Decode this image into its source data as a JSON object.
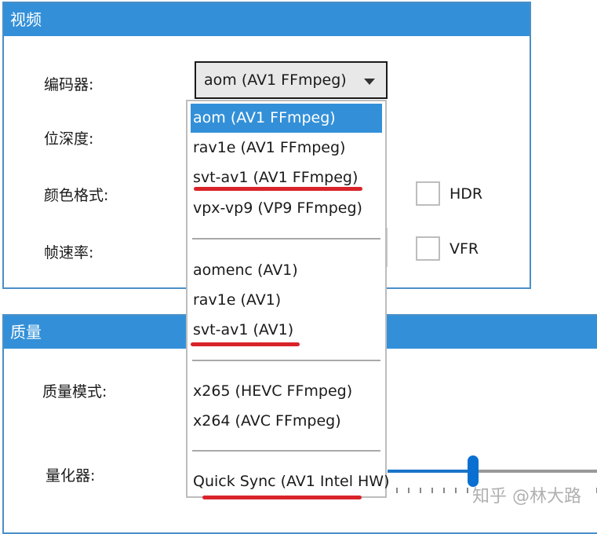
{
  "video_panel": {
    "title": "视频",
    "labels": {
      "encoder": "编码器:",
      "bit_depth": "位深度:",
      "color_format": "颜色格式:",
      "frame_rate": "帧速率:"
    },
    "encoder_combo": {
      "value": "aom (AV1 FFmpeg)"
    },
    "checkboxes": [
      {
        "label": "HDR",
        "checked": false
      },
      {
        "label": "VFR",
        "checked": false
      }
    ]
  },
  "encoder_dropdown": {
    "groups": [
      [
        "aom (AV1 FFmpeg)",
        "rav1e (AV1 FFmpeg)",
        "svt-av1 (AV1 FFmpeg)",
        "vpx-vp9 (VP9 FFmpeg)"
      ],
      [
        "aomenc (AV1)",
        "rav1e (AV1)",
        "svt-av1 (AV1)"
      ],
      [
        "x265 (HEVC FFmpeg)",
        "x264 (AVC FFmpeg)"
      ],
      [
        "Quick Sync (AV1 Intel HW)"
      ]
    ],
    "selected": "aom (AV1 FFmpeg)",
    "highlighted_items": [
      "svt-av1 (AV1 FFmpeg)",
      "svt-av1 (AV1)",
      "Quick Sync (AV1 Intel HW)"
    ],
    "highlight_color": "#d9232a"
  },
  "quality_panel": {
    "title": "质量",
    "labels": {
      "quality_mode": "质量模式:",
      "quantizer": "量化器:"
    },
    "quantizer_slider": {
      "position_pct": 40
    }
  },
  "watermark": "知乎 @林大路",
  "colors": {
    "accent": "#3390d8",
    "panel_border": "#4a8fc7",
    "slider": "#0a6fd0"
  }
}
